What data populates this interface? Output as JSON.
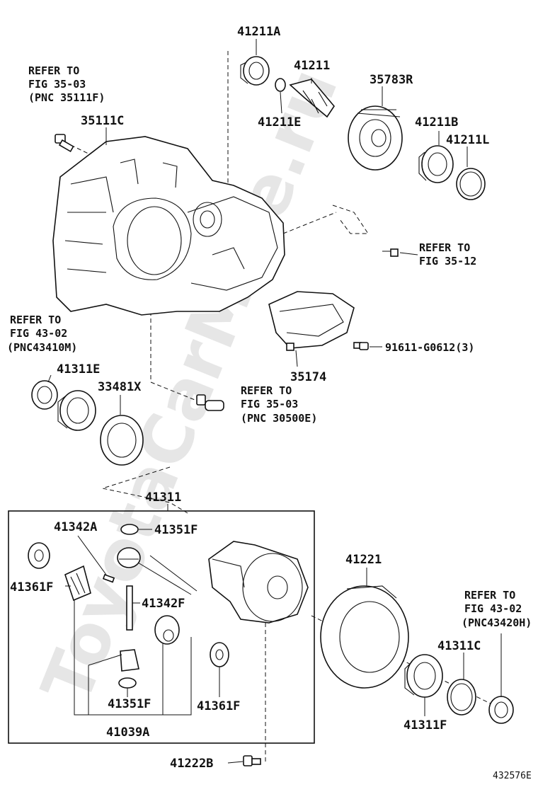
{
  "labels": {
    "p41211A": "41211A",
    "p41211": "41211",
    "p41211E": "41211E",
    "p35783R": "35783R",
    "p41211B": "41211B",
    "p41211L": "41211L",
    "p35111C": "35111C",
    "p35174": "35174",
    "p91611": "91611-G0612(3)",
    "p41311E": "41311E",
    "p33481X": "33481X",
    "p41311": "41311",
    "p41342A": "41342A",
    "p41351F_top": "41351F",
    "p41361F_left": "41361F",
    "p41342F": "41342F",
    "p41351F_bottom": "41351F",
    "p41361F_right": "41361F",
    "p41039A": "41039A",
    "p41221": "41221",
    "p41311C": "41311C",
    "p41311F": "41311F",
    "p41222B": "41222B",
    "figure_id": "432576E"
  },
  "refs": {
    "ref1": [
      "REFER TO",
      "FIG 35-03",
      "(PNC 35111F)"
    ],
    "ref2": [
      "REFER TO",
      "FIG 35-12"
    ],
    "ref3": [
      "REFER TO",
      "FIG 43-02",
      "(PNC43410M)"
    ],
    "ref4": [
      "REFER TO",
      "FIG 35-03",
      "(PNC 30500E)"
    ],
    "ref5": [
      "REFER TO",
      "FIG 43-02",
      "(PNC43420H)"
    ]
  },
  "watermark": "ToyotaCarMine.ru"
}
